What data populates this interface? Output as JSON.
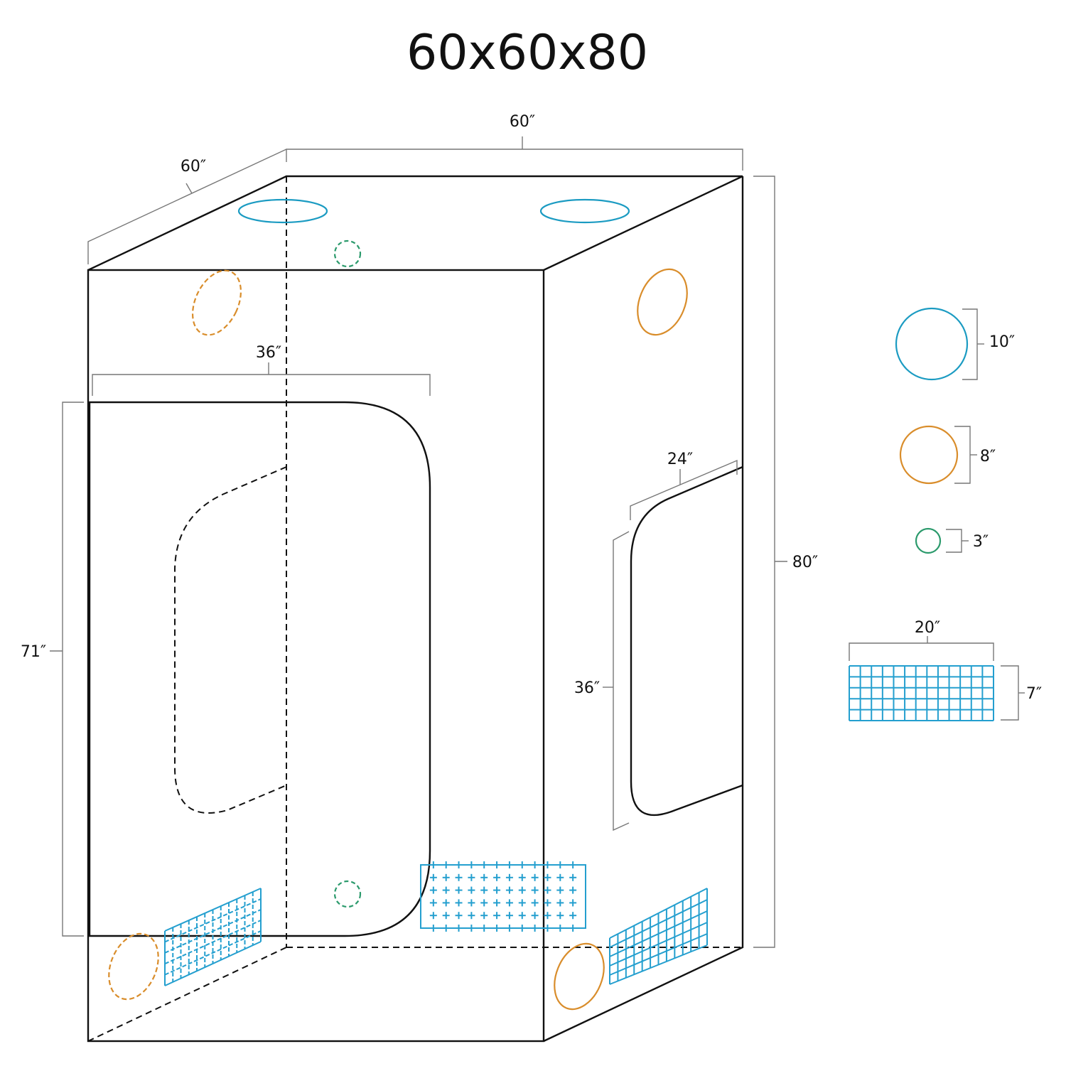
{
  "title": "60x60x80",
  "dimensions": {
    "width_top": "60″",
    "depth_top": "60″",
    "height": "80″",
    "front_door_width": "36″",
    "front_door_height": "71″",
    "side_door_width": "24″",
    "side_door_height": "36″"
  },
  "legend": {
    "duct_large": "10″",
    "duct_medium": "8″",
    "duct_small": "3″",
    "vent_width": "20″",
    "vent_height": "7″"
  },
  "colors": {
    "duct_large": "#1b9bc2",
    "duct_medium": "#d98d2b",
    "duct_small": "#2b9a6c",
    "vent": "#249fcf"
  }
}
